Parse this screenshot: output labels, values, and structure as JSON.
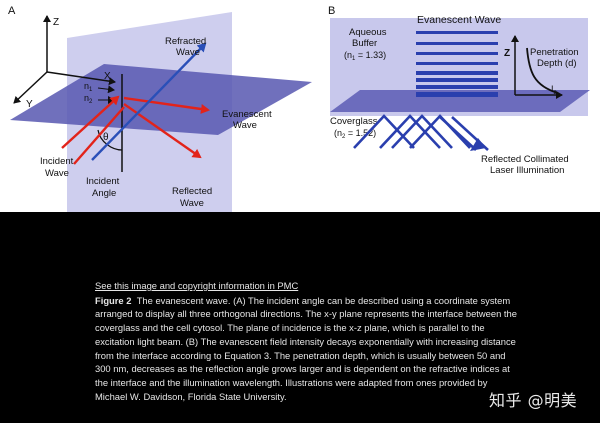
{
  "panel_a": {
    "letter": "A",
    "axis_z": "Z",
    "axis_x": "X",
    "axis_y": "Y",
    "n1_label": "n",
    "n1_sub": "1",
    "n2_label": "n",
    "n2_sub": "2",
    "theta_label": "θ",
    "refracted_label_line1": "Refracted",
    "refracted_label_line2": "Wave",
    "evanescent_label_line1": "Evanescent",
    "evanescent_label_line2": "Wave",
    "incident_label_line1": "Incident",
    "incident_label_line2": "Wave",
    "angle_label_line1": "Incident",
    "angle_label_line2": "Angle",
    "reflected_label_line1": "Reflected",
    "reflected_label_line2": "Wave"
  },
  "panel_b": {
    "letter": "B",
    "title": "Evanescent Wave",
    "buffer_line1": "Aqueous",
    "buffer_line2": "Buffer",
    "buffer_line3": "(n",
    "buffer_line3_sub": "1",
    "buffer_line3_end": " = 1.33)",
    "coverglass_line1": "Coverglass",
    "coverglass_line2": "(n",
    "coverglass_line2_sub": "2",
    "coverglass_line2_end": " = 1.52)",
    "penetration_line1": "Penetration",
    "penetration_line2": "Depth (d)",
    "z_label": "Z",
    "iz_label": "I",
    "iz_sub": "z",
    "reflected_line1": "Reflected Collimated",
    "reflected_line2": "Laser Illumination"
  },
  "caption": {
    "link_text": "See this image and copyright information in PMC",
    "label": "Figure 2",
    "text": "The evanescent wave. (A) The incident angle can be described using a coordinate system arranged to display all three orthogonal directions. The x-y plane represents the interface between the coverglass and the cell cytosol. The plane of incidence is the x-z plane, which is parallel to the excitation light beam. (B) The evanescent field intensity decays exponentially with increasing distance from the interface according to Equation 3. The penetration depth, which is usually between 50 and 300 nm, decreases as the reflection angle grows larger and is dependent on the refractive indices at the interface and the illumination wavelength. Illustrations were adapted from ones provided by Michael W. Davidson, Florida State University."
  },
  "watermark": "知乎 @明美",
  "colors": {
    "plane_xz": "#c9c9ec",
    "plane_xy": "#5757b0",
    "red_arrow": "#e2231a",
    "blue_arrow": "#2a4fb8",
    "evanescent_lines": "#2a3fae",
    "background": "#000000"
  }
}
